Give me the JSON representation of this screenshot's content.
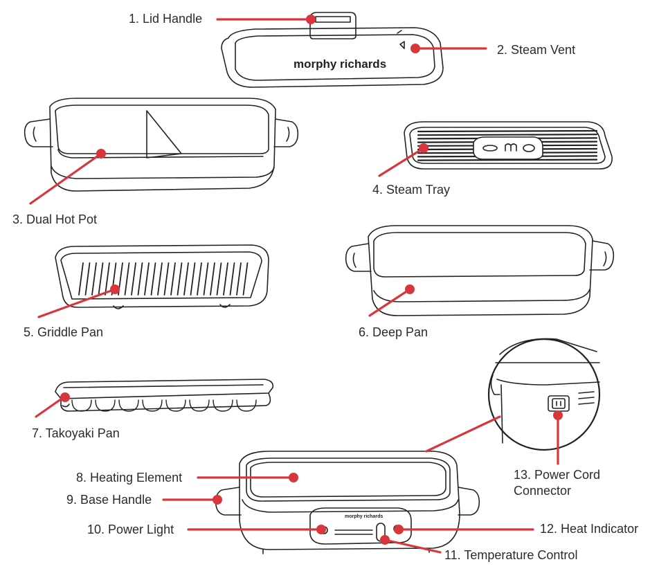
{
  "brand": {
    "logo_text": "morphy richards",
    "panel_logo_text": "morphy richards"
  },
  "colors": {
    "callout": "#d8353c",
    "outline": "#222222",
    "label_text": "#2b2b2b"
  },
  "parts": [
    {
      "id": "lid-handle",
      "label": "1. Lid Handle"
    },
    {
      "id": "steam-vent",
      "label": "2. Steam Vent"
    },
    {
      "id": "dual-hot-pot",
      "label": "3. Dual Hot Pot"
    },
    {
      "id": "steam-tray",
      "label": "4. Steam Tray"
    },
    {
      "id": "griddle-pan",
      "label": "5. Griddle Pan"
    },
    {
      "id": "deep-pan",
      "label": "6. Deep Pan"
    },
    {
      "id": "takoyaki-pan",
      "label": "7. Takoyaki Pan"
    },
    {
      "id": "heating-element",
      "label": "8. Heating Element"
    },
    {
      "id": "base-handle",
      "label": "9. Base Handle"
    },
    {
      "id": "power-light",
      "label": "10. Power Light"
    },
    {
      "id": "temperature-control",
      "label": "11. Temperature Control"
    },
    {
      "id": "heat-indicator",
      "label": "12. Heat Indicator"
    },
    {
      "id": "power-cord-connector",
      "label": "13. Power Cord\nConnector",
      "lines": [
        "13. Power Cord",
        "Connector"
      ]
    }
  ]
}
